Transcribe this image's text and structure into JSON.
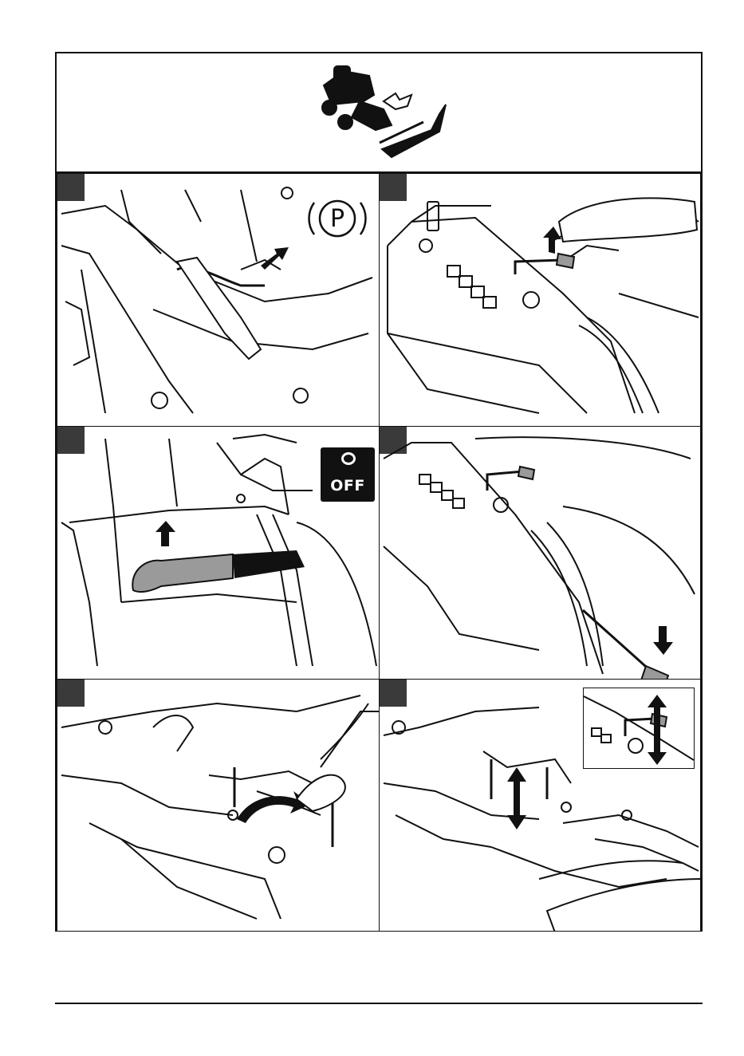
{
  "document": {
    "type": "instruction-illustration-sheet",
    "header_icon": "tractor-with-front-blade-icon",
    "panels": [
      {
        "id": 1,
        "icon": "parking-brake-icon",
        "symbol_text": "P"
      },
      {
        "id": 2,
        "icon": "lift-lever-icon"
      },
      {
        "id": 3,
        "icon": "weight-off-icon",
        "badge_text": "OFF"
      },
      {
        "id": 4,
        "icon": "lever-down-icon"
      },
      {
        "id": 5,
        "icon": "pin-release-icon"
      },
      {
        "id": 6,
        "icon": "height-adjust-icon"
      }
    ]
  },
  "colors": {
    "line": "#111111",
    "grey_fill": "#9a9a9a",
    "number_tab": "#3a3a3a"
  }
}
